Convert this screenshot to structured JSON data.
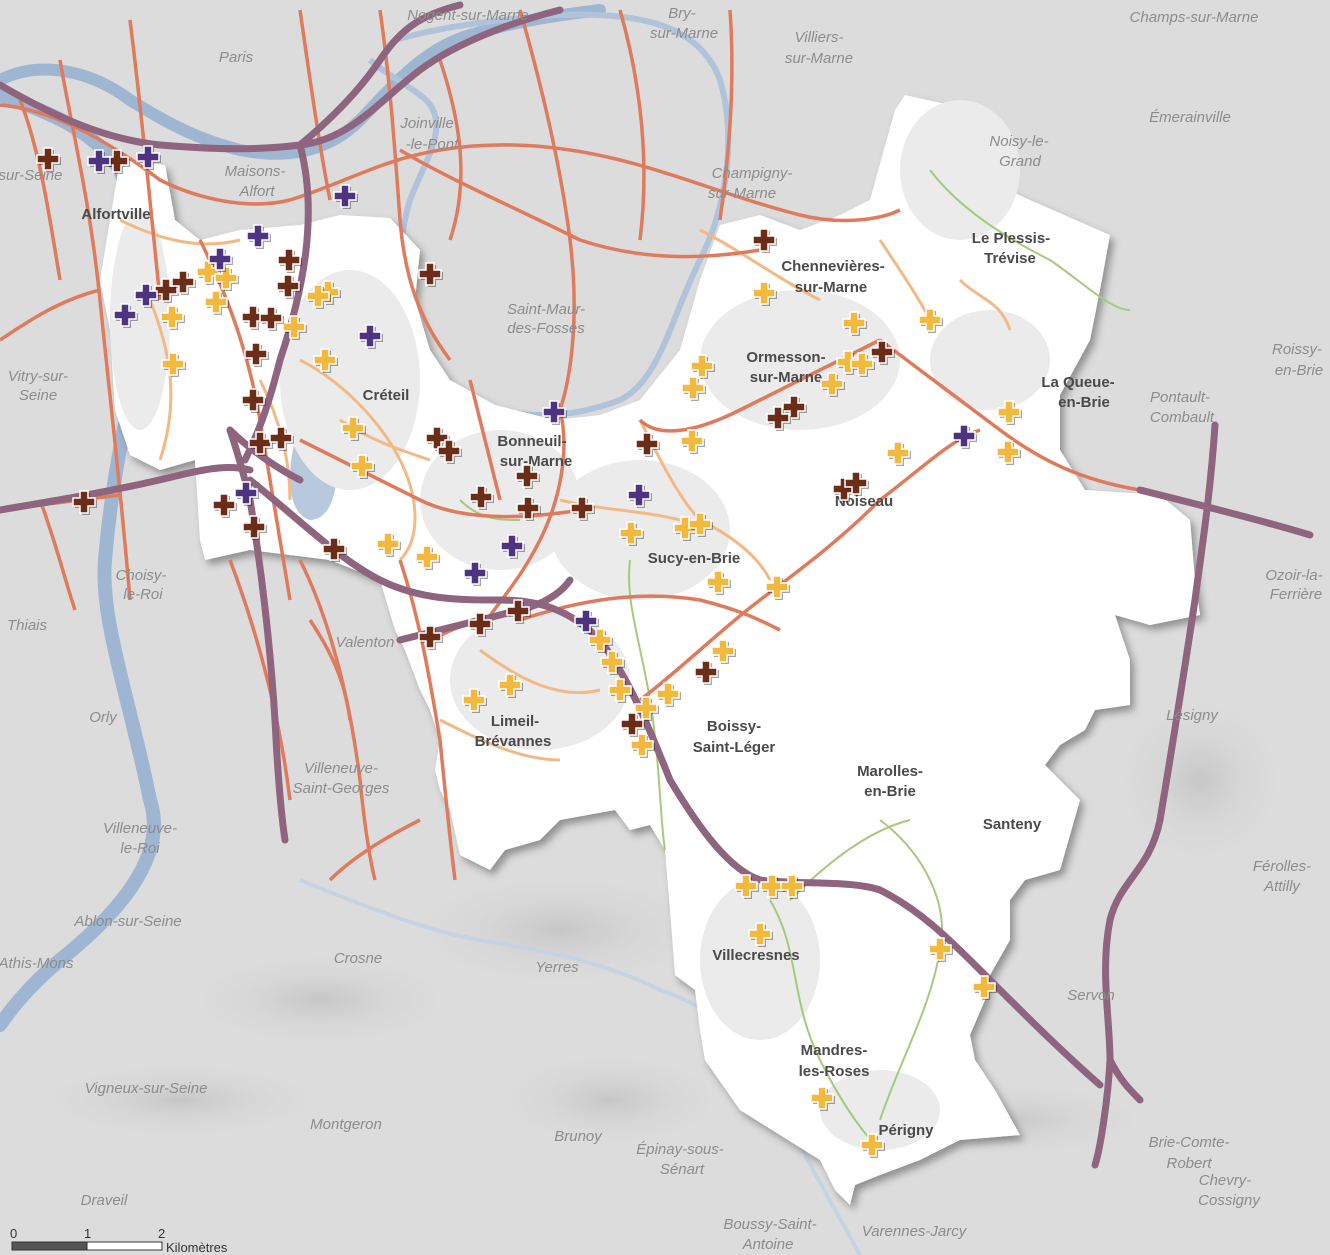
{
  "map": {
    "colors": {
      "background": "#dcdcdc",
      "territory": "#ffffff",
      "water": "#b9c9dd",
      "river_main": "#9fb6d2",
      "major_road": "#8e647e",
      "secondary_road": "#e07a5c",
      "local_road": "#f2b985",
      "green_path": "#a7c97d",
      "marker_yellow": "#f3b93c",
      "marker_brown": "#6b2d17",
      "marker_purple": "#4d3380"
    },
    "outside_places": [
      {
        "name": "Paris"
      },
      {
        "name": "Nogent-sur-Marne"
      },
      {
        "name": "Bry-"
      },
      {
        "name": "sur-Marne"
      },
      {
        "name": "Villiers-"
      },
      {
        "name": "sur-Marne"
      },
      {
        "name": "Champs-sur-Marne"
      },
      {
        "name": "Joinville"
      },
      {
        "name": "-le-Pont"
      },
      {
        "name": "Maisons-"
      },
      {
        "name": "Alfort"
      },
      {
        "name": "-sur-Seine"
      },
      {
        "name": "Noisy-le-"
      },
      {
        "name": "Grand"
      },
      {
        "name": "Émerainville"
      },
      {
        "name": "Champigny-"
      },
      {
        "name": "sur-Marne"
      },
      {
        "name": "Saint-Maur-"
      },
      {
        "name": "des-Fossés"
      },
      {
        "name": "Vitry-sur-"
      },
      {
        "name": "Seine"
      },
      {
        "name": "Roissy-"
      },
      {
        "name": "en-Brie"
      },
      {
        "name": "Pontault-"
      },
      {
        "name": "Combault"
      },
      {
        "name": "Choisy-"
      },
      {
        "name": "le-Roi"
      },
      {
        "name": "Thiais"
      },
      {
        "name": "Ozoir-la-"
      },
      {
        "name": "Ferrière"
      },
      {
        "name": "Valenton"
      },
      {
        "name": "Orly"
      },
      {
        "name": "Lésigny"
      },
      {
        "name": "Villeneuve-"
      },
      {
        "name": "Saint-Georges"
      },
      {
        "name": "Villeneuve-"
      },
      {
        "name": "le-Roi"
      },
      {
        "name": "Férolles-"
      },
      {
        "name": "Attilly"
      },
      {
        "name": "Ablon-sur-Seine"
      },
      {
        "name": "Crosne"
      },
      {
        "name": "Yerres"
      },
      {
        "name": "Athis-Mons"
      },
      {
        "name": "Servon"
      },
      {
        "name": "Vigneux-sur-Seine"
      },
      {
        "name": "Montgeron"
      },
      {
        "name": "Brunoy"
      },
      {
        "name": "Épinay-sous-"
      },
      {
        "name": "Sénart"
      },
      {
        "name": "Brie-Comte-"
      },
      {
        "name": "Robert"
      },
      {
        "name": "Chevry-"
      },
      {
        "name": "Cossigny"
      },
      {
        "name": "Draveil"
      },
      {
        "name": "Boussy-Saint-"
      },
      {
        "name": "Antoine"
      },
      {
        "name": "Varennes-Jarcy"
      }
    ],
    "inside_places": [
      {
        "name": "Alfortville"
      },
      {
        "name": "Créteil"
      },
      {
        "name": "Bonneuil-"
      },
      {
        "name": "sur-Marne"
      },
      {
        "name": "Chennevières-"
      },
      {
        "name": "sur-Marne"
      },
      {
        "name": "Le Plessis-"
      },
      {
        "name": "Trévise"
      },
      {
        "name": "Ormesson-"
      },
      {
        "name": "sur-Marne"
      },
      {
        "name": "La Queue-"
      },
      {
        "name": "en-Brie"
      },
      {
        "name": "Noiseau"
      },
      {
        "name": "Sucy-en-Brie"
      },
      {
        "name": "Limeil-"
      },
      {
        "name": "Brévannes"
      },
      {
        "name": "Boissy-"
      },
      {
        "name": "Saint-Léger"
      },
      {
        "name": "Marolles-"
      },
      {
        "name": "en-Brie"
      },
      {
        "name": "Santeny"
      },
      {
        "name": "Villecresnes"
      },
      {
        "name": "Mandres-"
      },
      {
        "name": "les-Roses"
      },
      {
        "name": "Périgny"
      }
    ],
    "scale_bar": {
      "tick_0": "0",
      "tick_1": "1",
      "tick_2": "2",
      "unit": "Kilomètres"
    }
  }
}
